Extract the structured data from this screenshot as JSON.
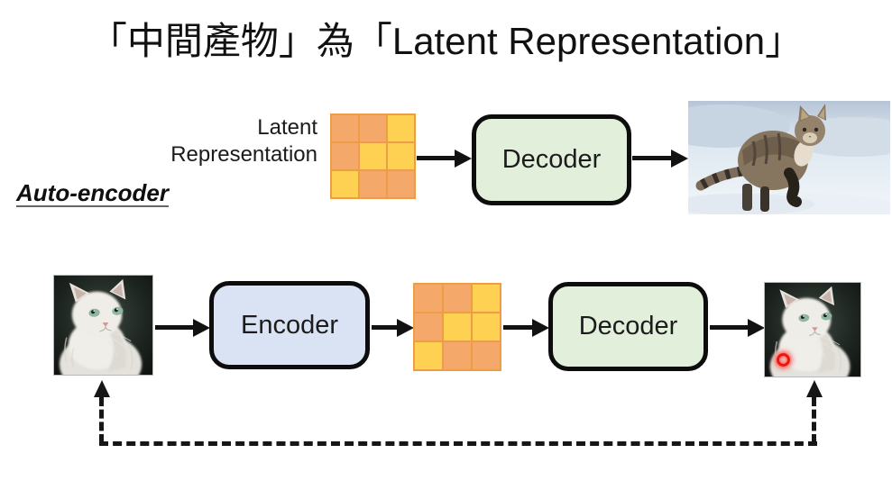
{
  "title": "「中間產物」為「Latent Representation」",
  "labels": {
    "latent_line1": "Latent",
    "latent_line2": "Representation",
    "auto_encoder": "Auto-encoder"
  },
  "boxes": {
    "decoder_top": "Decoder",
    "encoder": "Encoder",
    "decoder_bottom": "Decoder"
  },
  "latent_grid": {
    "rows": 3,
    "cols": 3,
    "pattern": [
      [
        "orange",
        "orange",
        "yellow"
      ],
      [
        "orange",
        "yellow",
        "yellow"
      ],
      [
        "yellow",
        "orange",
        "orange"
      ]
    ]
  },
  "colors": {
    "grid_orange": "#F4A96A",
    "grid_yellow": "#FFD152",
    "grid_border": "#ED9D45",
    "decoder_fill": "#E2EFDA",
    "encoder_fill": "#DAE3F3",
    "arrow": "#121212",
    "red_marker": "#EE1410"
  }
}
